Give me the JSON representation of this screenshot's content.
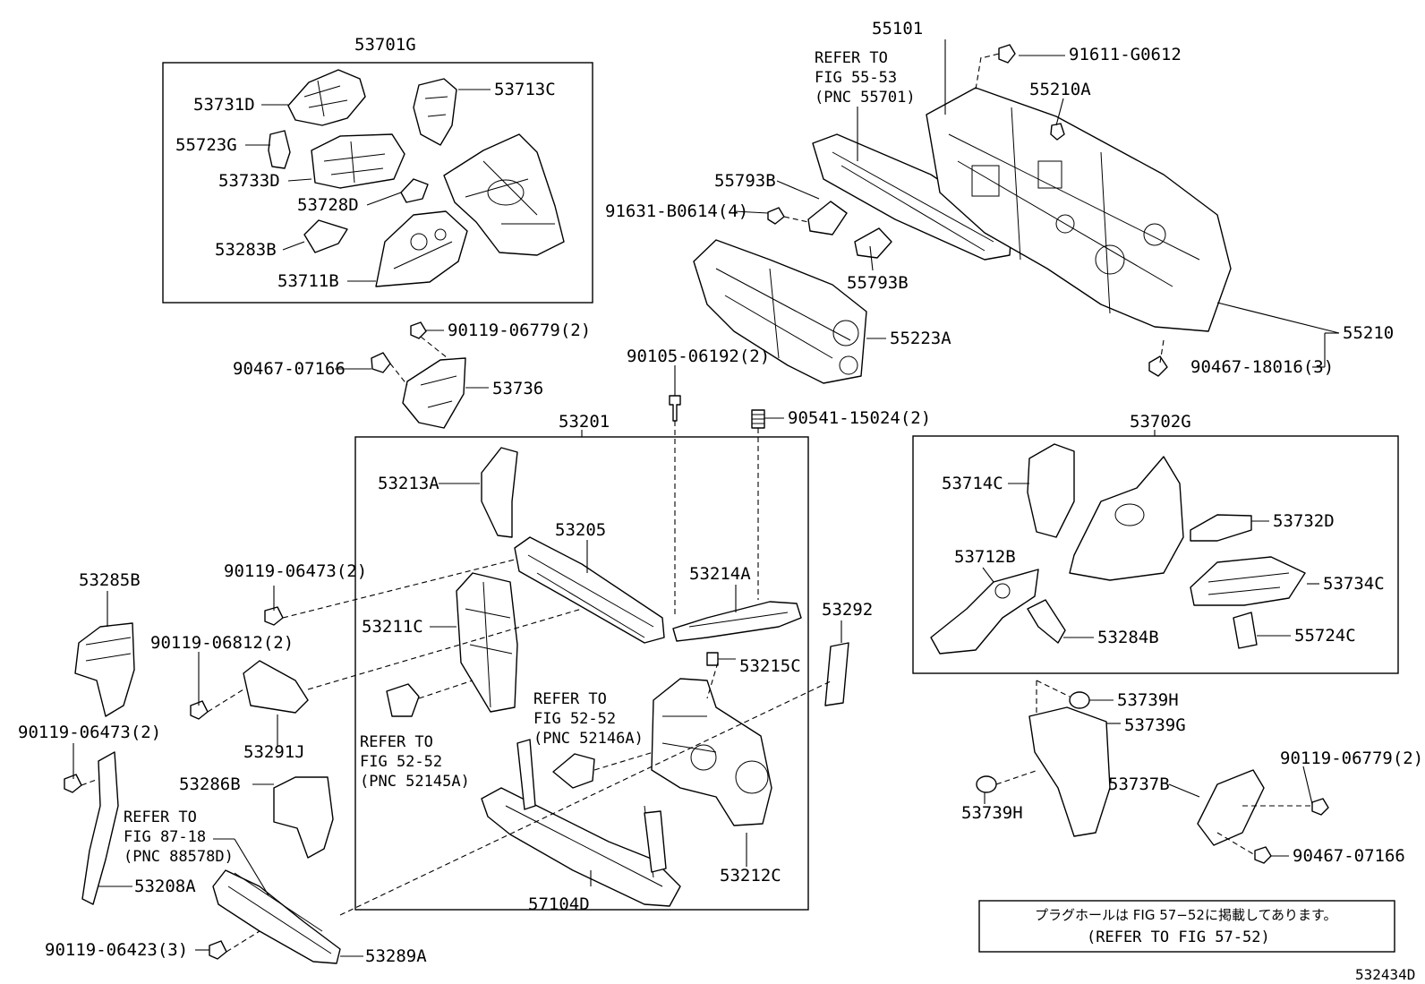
{
  "labels": {
    "p53701G": "53701G",
    "p53731D": "53731D",
    "p53713C": "53713C",
    "p55723G": "55723G",
    "p53733D": "53733D",
    "p53728D": "53728D",
    "p53283B": "53283B",
    "p53711B": "53711B",
    "p55101": "55101",
    "p91611": "91611-G0612",
    "p55210A": "55210A",
    "p55793B_top": "55793B",
    "p91631": "91631-B0614(4)",
    "p55793B_bot": "55793B",
    "p55223A": "55223A",
    "p55210": "55210",
    "p90467_18016": "90467-18016(3)",
    "p90119_06779_top": "90119-06779(2)",
    "p90467_07166_left": "90467-07166",
    "p53736": "53736",
    "p90105": "90105-06192(2)",
    "p90541": "90541-15024(2)",
    "p53201": "53201",
    "p53702G": "53702G",
    "p53213A": "53213A",
    "p53205": "53205",
    "p53714C": "53714C",
    "p53732D": "53732D",
    "p53285B": "53285B",
    "p90119_06473_mid": "90119-06473(2)",
    "p53214A": "53214A",
    "p53292": "53292",
    "p53712B": "53712B",
    "p53734C": "53734C",
    "p53211C": "53211C",
    "p90119_06812": "90119-06812(2)",
    "p53284B": "53284B",
    "p55724C": "55724C",
    "p53215C": "53215C",
    "p53739H_top": "53739H",
    "p53739G": "53739G",
    "p90119_06473_left": "90119-06473(2)",
    "p53291J": "53291J",
    "p90119_06779_right": "90119-06779(2)",
    "p53286B": "53286B",
    "p53212C": "53212C",
    "p53737B": "53737B",
    "p53739H_bot": "53739H",
    "p90467_07166_right": "90467-07166",
    "p53208A": "53208A",
    "p57104D": "57104D",
    "p90119_06423": "90119-06423(3)",
    "p53289A": "53289A"
  },
  "refer_notes": {
    "fig55_53": [
      "REFER TO",
      "FIG 55-53",
      "(PNC 55701)"
    ],
    "fig52_52_a": [
      "REFER TO",
      "FIG 52-52",
      "(PNC 52146A)"
    ],
    "fig52_52_b": [
      "REFER TO",
      "FIG 52-52",
      "(PNC 52145A)"
    ],
    "fig87_18": [
      "REFER TO",
      "FIG 87-18",
      "(PNC 88578D)"
    ]
  },
  "notice": {
    "japanese": "プラグホールは FIG 57−52に掲載してあります。",
    "english": "(REFER TO FIG 57-52)"
  },
  "diagram_id": "532434D"
}
